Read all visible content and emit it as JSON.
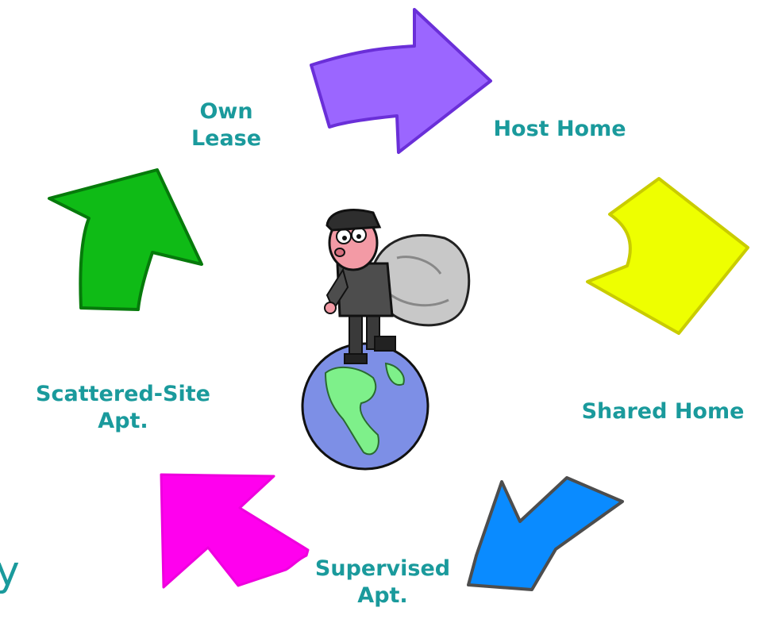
{
  "diagram": {
    "type": "cycle",
    "stages": [
      {
        "lines": [
          "Own",
          "Lease"
        ]
      },
      {
        "lines": [
          "Host Home"
        ]
      },
      {
        "lines": [
          "Shared Home"
        ]
      },
      {
        "lines": [
          "Supervised",
          "Apt."
        ]
      },
      {
        "lines": [
          "Scattered-Site",
          "Apt."
        ]
      }
    ],
    "partial_left_text": "y",
    "colors": {
      "label_text": "#1a9a9c",
      "arrow_purple": "#9b66ff",
      "arrow_yellow": "#eeff00",
      "arrow_blue": "#0a8bff",
      "arrow_magenta": "#ff00ee",
      "arrow_green": "#0fbb16"
    },
    "center_image": "traveler-with-sack-on-globe"
  }
}
